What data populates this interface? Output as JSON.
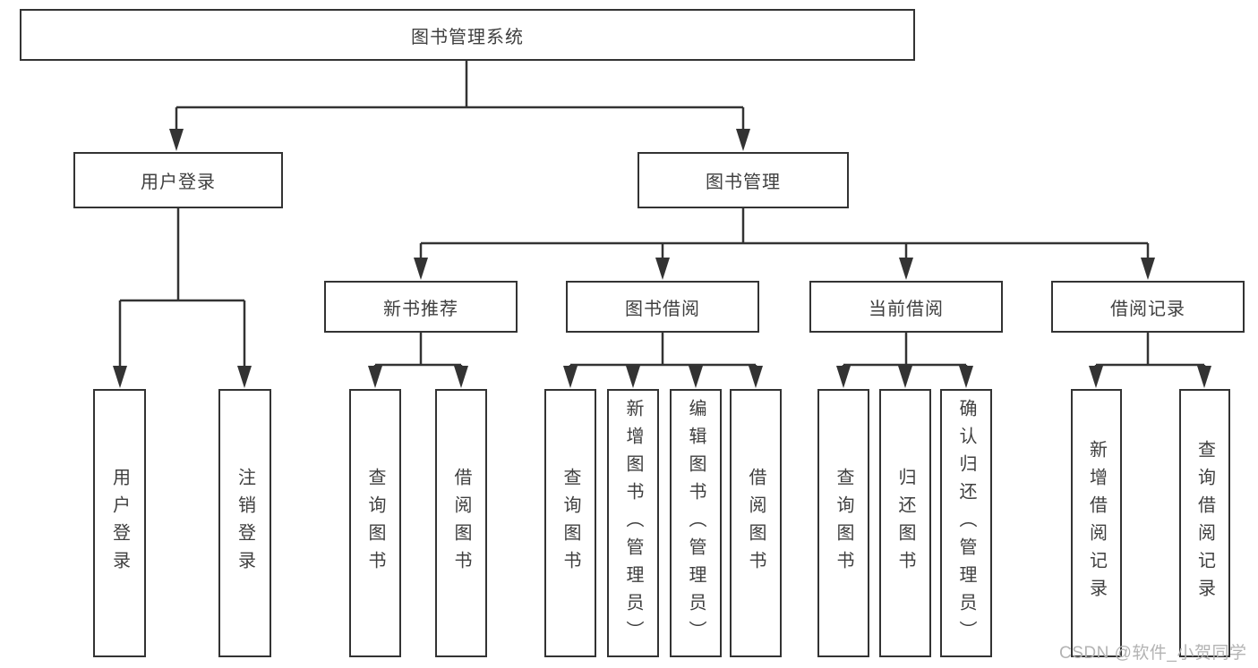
{
  "diagram": {
    "title": "图书管理系统",
    "root": {
      "label": "图书管理系统"
    },
    "level2": [
      {
        "label": "用户登录"
      },
      {
        "label": "图书管理"
      }
    ],
    "level3": [
      {
        "label": "新书推荐",
        "parent": "图书管理"
      },
      {
        "label": "图书借阅",
        "parent": "图书管理"
      },
      {
        "label": "当前借阅",
        "parent": "图书管理"
      },
      {
        "label": "借阅记录",
        "parent": "图书管理"
      }
    ],
    "leaves": [
      {
        "label": "用户登录",
        "parent": "用户登录"
      },
      {
        "label": "注销登录",
        "parent": "用户登录"
      },
      {
        "label": "查询图书",
        "parent": "新书推荐"
      },
      {
        "label": "借阅图书",
        "parent": "新书推荐"
      },
      {
        "label": "查询图书",
        "parent": "图书借阅"
      },
      {
        "label": "新增图书（管理员）",
        "parent": "图书借阅"
      },
      {
        "label": "编辑图书（管理员）",
        "parent": "图书借阅"
      },
      {
        "label": "借阅图书",
        "parent": "图书借阅"
      },
      {
        "label": "查询图书",
        "parent": "当前借阅"
      },
      {
        "label": "归还图书",
        "parent": "当前借阅"
      },
      {
        "label": "确认归还（管理员）",
        "parent": "当前借阅"
      },
      {
        "label": "新增借阅记录",
        "parent": "借阅记录"
      },
      {
        "label": "查询借阅记录",
        "parent": "借阅记录"
      }
    ],
    "watermark": "CSDN @软件_小贺同学",
    "colors": {
      "line": "#333333",
      "text": "#3f3f3f",
      "box_background": "#ffffff",
      "watermark": "#b3b3b3"
    }
  }
}
